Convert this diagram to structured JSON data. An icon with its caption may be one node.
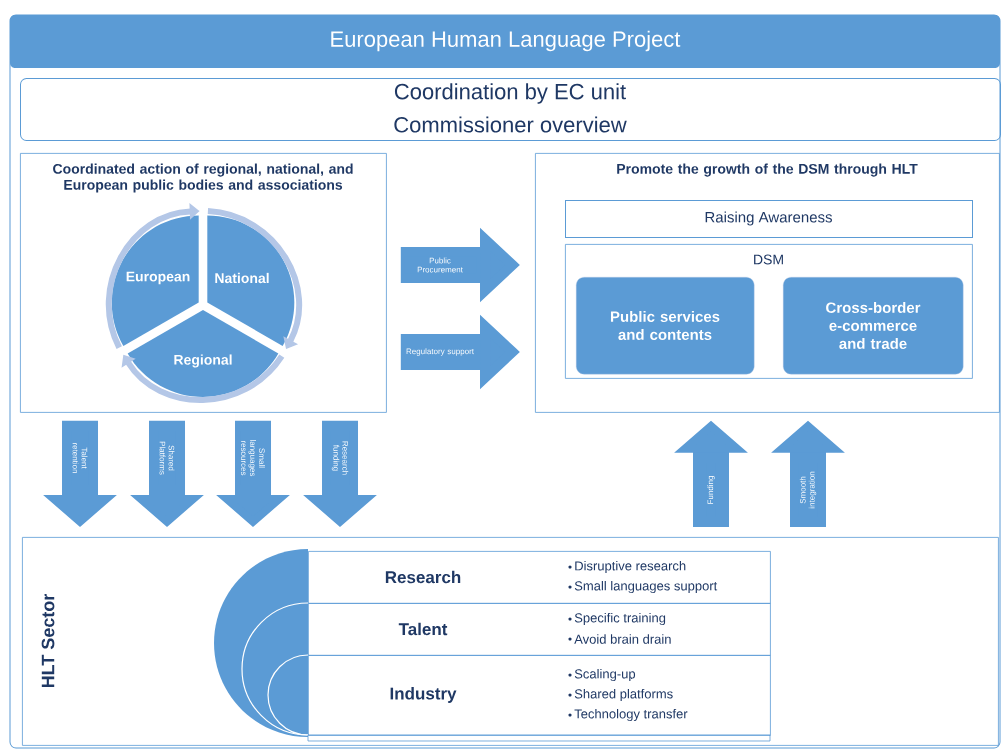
{
  "diagram": {
    "title": "European Human Language Project",
    "nodes": [
      {
        "text": [
          "Coordination by EC unit",
          "Commissioner overview"
        ]
      },
      {
        "text": [
          "Coordinated action of regional, national, and European public bodies and associations"
        ]
      },
      {
        "text": [
          "European"
        ],
        "in": 1
      },
      {
        "text": [
          "National"
        ],
        "in": 1
      },
      {
        "text": [
          "Regional"
        ],
        "in": 1
      },
      {
        "text": [
          "Promote the growth of the DSM through HLT"
        ]
      },
      {
        "text": [
          "Raising Awareness"
        ],
        "in": 5
      },
      {
        "text": [
          "DSM"
        ],
        "in": 5
      },
      {
        "text": [
          "Public services and contents"
        ],
        "in": 7
      },
      {
        "text": [
          "Cross-border e-commerce and trade"
        ],
        "in": 7
      },
      {
        "text": [
          "HLT Sector"
        ]
      },
      {
        "text": [
          "Research",
          "Disruptive research",
          "Small languages support"
        ],
        "in": 10
      },
      {
        "text": [
          "Talent",
          "Specific training",
          "Avoid brain drain"
        ],
        "in": 10
      },
      {
        "text": [
          "Industry",
          "Scaling-up",
          "Shared platforms",
          "Technology transfer"
        ],
        "in": 10
      }
    ],
    "edges": [
      {
        "from": 2,
        "to": 3,
        "arrow": "to"
      },
      {
        "from": 3,
        "to": 4,
        "arrow": "to"
      },
      {
        "from": 4,
        "to": 2,
        "arrow": "to"
      },
      {
        "from": 1,
        "to": 5,
        "arrow": "to",
        "label": "Public Procurement"
      },
      {
        "from": 1,
        "to": 5,
        "arrow": "to",
        "label": "Regulatory support"
      },
      {
        "from": 1,
        "to": 10,
        "arrow": "to",
        "label": "Talent retention"
      },
      {
        "from": 1,
        "to": 10,
        "arrow": "to",
        "label": "Shared Platforms"
      },
      {
        "from": 1,
        "to": 10,
        "arrow": "to",
        "label": "Small languages resources"
      },
      {
        "from": 1,
        "to": 10,
        "arrow": "to",
        "label": "Research funding"
      },
      {
        "from": 10,
        "to": 5,
        "arrow": "to",
        "label": "Funding"
      },
      {
        "from": 10,
        "to": 5,
        "arrow": "to",
        "label": "Smooth integration"
      }
    ]
  }
}
